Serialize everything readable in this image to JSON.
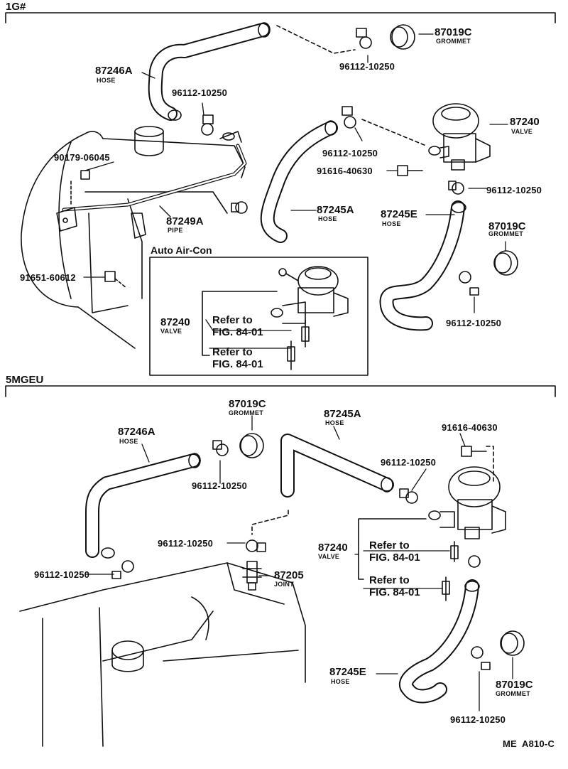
{
  "sections": {
    "top": "1G#",
    "bottom": "5MGEU"
  },
  "inset_label": "Auto Air-Con",
  "footer": "ME  A810-C",
  "top": {
    "p87246A": "87246A",
    "p87246A_sub": "HOSE",
    "p96112_1": "96112-10250",
    "p87019C_1": "87019C",
    "p87019C_1_sub": "GROMMET",
    "p96112_2": "96112-10250",
    "p87240": "87240",
    "p87240_sub": "VALVE",
    "p90179": "90179-06045",
    "p96112_3": "96112-10250",
    "p91616": "91616-40630",
    "p96112_4": "96112-10250",
    "p87249A": "87249A",
    "p87249A_sub": "PIPE",
    "p87245A": "87245A",
    "p87245A_sub": "HOSE",
    "p87245E": "87245E",
    "p87245E_sub": "HOSE",
    "p87019C_2": "87019C",
    "p87019C_2_sub": "GROMMET",
    "p91651": "91651-60612",
    "p96112_5": "96112-10250",
    "inset_valve": "87240",
    "inset_valve_sub": "VALVE",
    "ref1_a": "Refer to",
    "ref1_b": "FIG. 84-01",
    "ref2_a": "Refer to",
    "ref2_b": "FIG. 84-01"
  },
  "bottom": {
    "p87019C_1": "87019C",
    "p87019C_1_sub": "GROMMET",
    "p87245A": "87245A",
    "p87245A_sub": "HOSE",
    "p91616": "91616-40630",
    "p87246A": "87246A",
    "p87246A_sub": "HOSE",
    "p96112_1": "96112-10250",
    "p96112_2": "96112-10250",
    "p96112_3": "96112-10250",
    "p87240": "87240",
    "p87240_sub": "VALVE",
    "ref1_a": "Refer to",
    "ref1_b": "FIG. 84-01",
    "ref2_a": "Refer to",
    "ref2_b": "FIG. 84-01",
    "p96112_4": "96112-10250",
    "p87205": "87205",
    "p87205_sub": "JOINT",
    "p87245E": "87245E",
    "p87245E_sub": "HOSE",
    "p87019C_2": "87019C",
    "p87019C_2_sub": "GROMMET",
    "p96112_5": "96112-10250"
  }
}
